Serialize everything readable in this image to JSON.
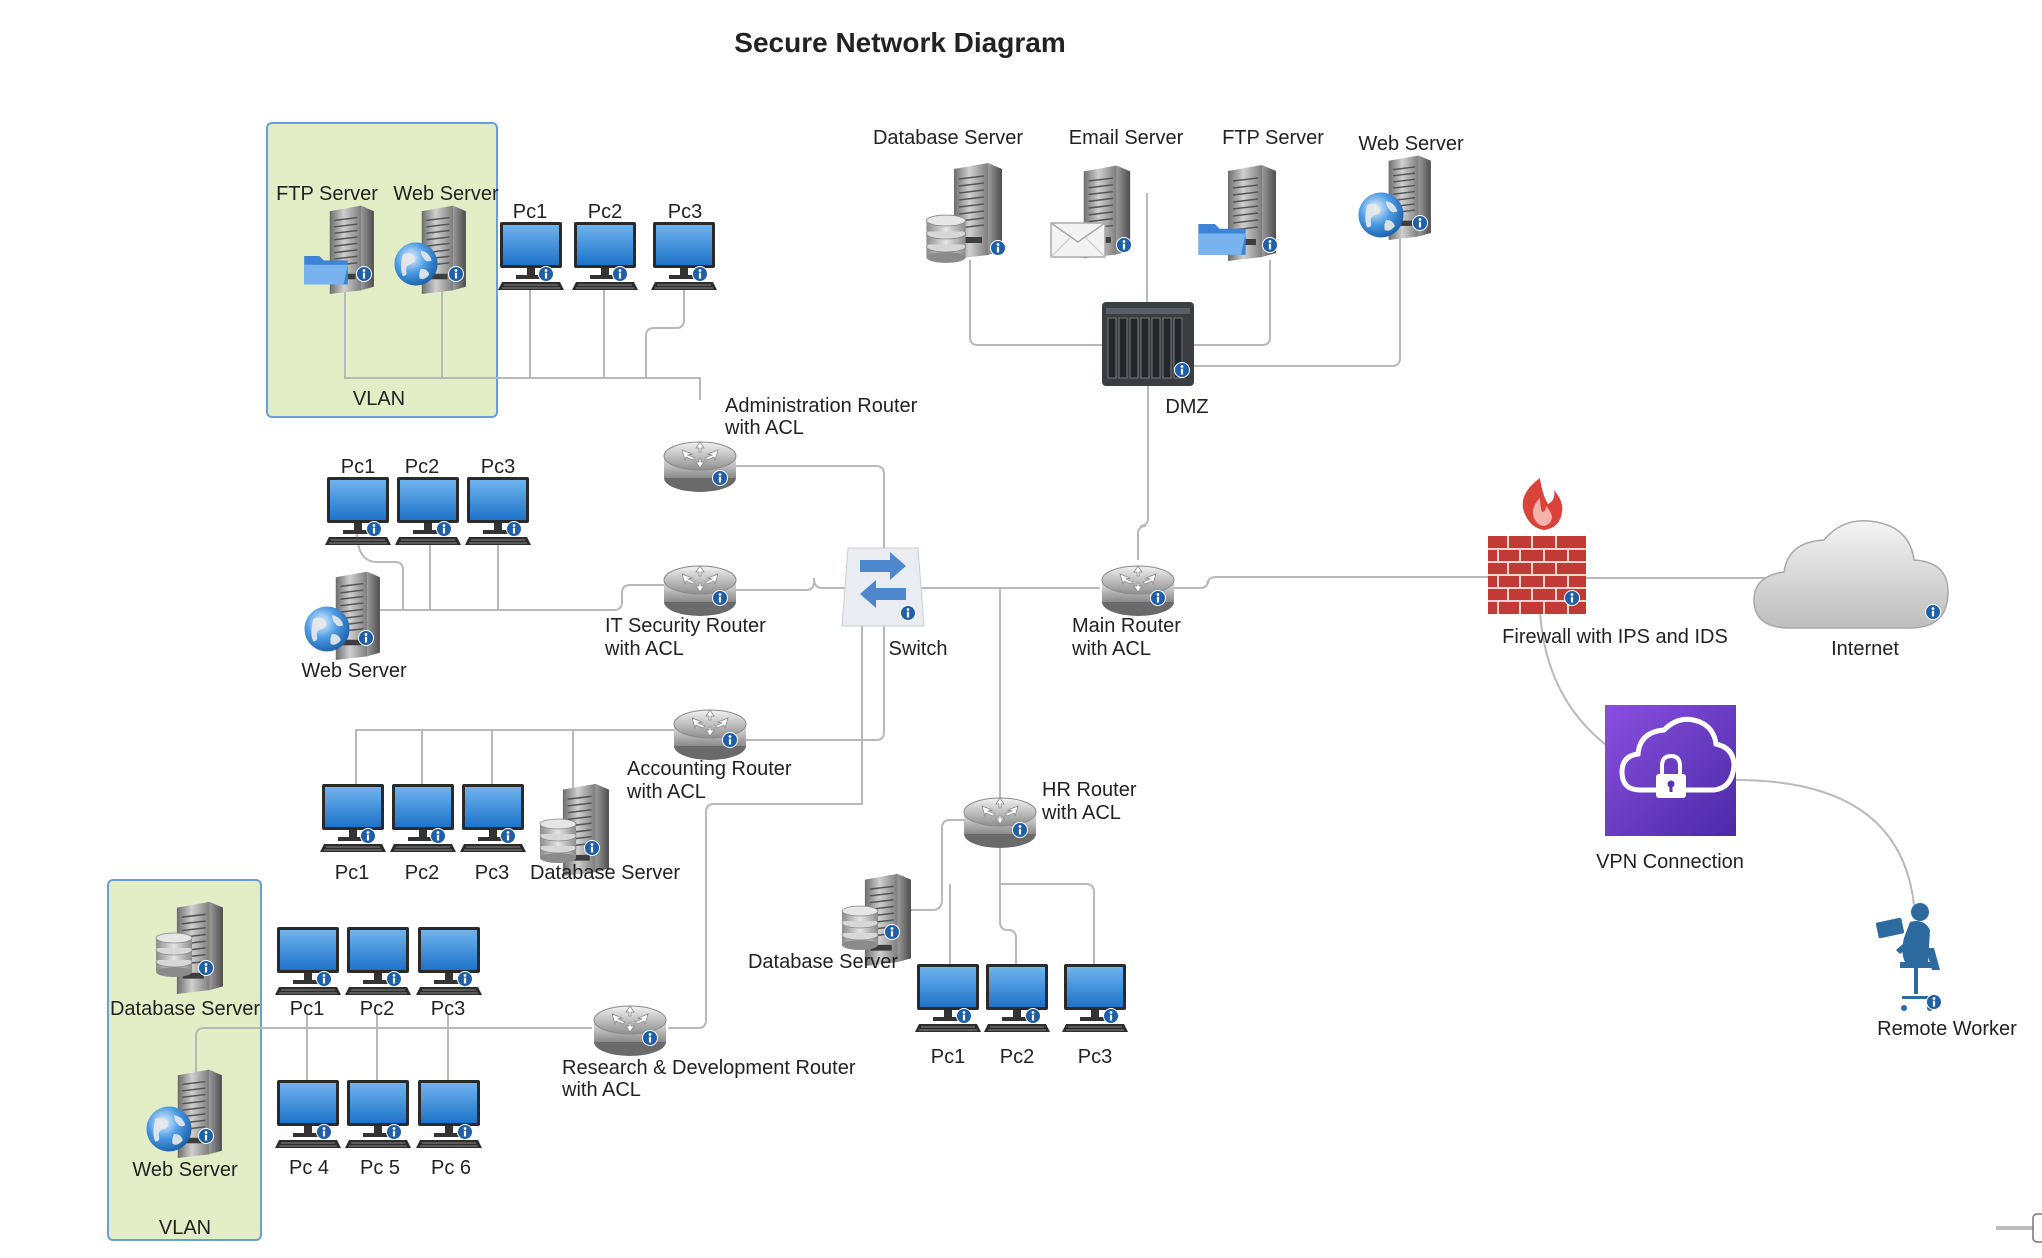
{
  "title": "Secure Network Diagram",
  "vlan_label": "VLAN",
  "dmz": {
    "database_server": "Database Server",
    "email_server": "Email Server",
    "ftp_server": "FTP Server",
    "web_server": "Web Server",
    "label": "DMZ"
  },
  "admin": {
    "ftp_server": "FTP Server",
    "web_server": "Web Server",
    "pc1": "Pc1",
    "pc2": "Pc2",
    "pc3": "Pc3",
    "router_line1": "Administration Router",
    "router_line2": "with ACL"
  },
  "it_security": {
    "pc1": "Pc1",
    "pc2": "Pc2",
    "pc3": "Pc3",
    "web_server": "Web Server",
    "router_line1": "IT Security Router",
    "router_line2": "with ACL"
  },
  "switch_label": "Switch",
  "main_router": {
    "line1": "Main Router",
    "line2": "with ACL"
  },
  "firewall_label": "Firewall with IPS and IDS",
  "internet_label": "Internet",
  "vpn_label": "VPN Connection",
  "remote_worker_label": "Remote Worker",
  "accounting": {
    "router_line1": "Accounting Router",
    "router_line2": "with ACL",
    "pc1": "Pc1",
    "pc2": "Pc2",
    "pc3": "Pc3",
    "database_server": "Database Server"
  },
  "hr": {
    "router_line1": "HR Router",
    "router_line2": "with ACL",
    "database_server": "Database Server",
    "pc1": "Pc1",
    "pc2": "Pc2",
    "pc3": "Pc3"
  },
  "rnd": {
    "database_server": "Database Server",
    "web_server": "Web Server",
    "pc1": "Pc1",
    "pc2": "Pc2",
    "pc3": "Pc3",
    "pc4": "Pc 4",
    "pc5": "Pc 5",
    "pc6": "Pc 6",
    "router_line1": "Research & Development Router",
    "router_line2": "with ACL"
  }
}
